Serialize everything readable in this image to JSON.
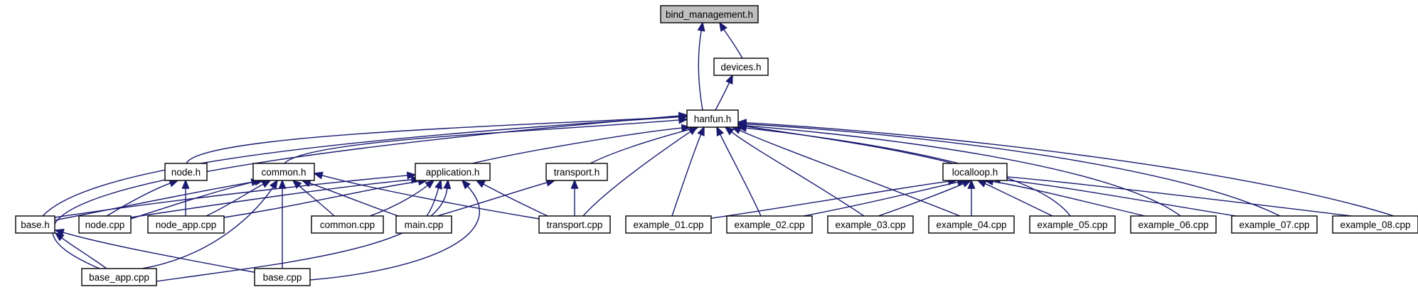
{
  "graph": {
    "title": "bind_management.h",
    "colors": {
      "edge": "#191970",
      "node_fill": "#ffffff",
      "root_fill": "#bfbfbf",
      "text": "#000000"
    },
    "nodes": [
      {
        "id": "bind_management_h",
        "label": "bind_management.h",
        "root": true
      },
      {
        "id": "devices_h",
        "label": "devices.h"
      },
      {
        "id": "hanfun_h",
        "label": "hanfun.h"
      },
      {
        "id": "node_h",
        "label": "node.h"
      },
      {
        "id": "common_h",
        "label": "common.h"
      },
      {
        "id": "application_h",
        "label": "application.h"
      },
      {
        "id": "transport_h",
        "label": "transport.h"
      },
      {
        "id": "localloop_h",
        "label": "localloop.h"
      },
      {
        "id": "base_h",
        "label": "base.h"
      },
      {
        "id": "node_cpp",
        "label": "node.cpp"
      },
      {
        "id": "node_app_cpp",
        "label": "node_app.cpp"
      },
      {
        "id": "common_cpp",
        "label": "common.cpp"
      },
      {
        "id": "main_cpp",
        "label": "main.cpp"
      },
      {
        "id": "transport_cpp",
        "label": "transport.cpp"
      },
      {
        "id": "example_01_cpp",
        "label": "example_01.cpp"
      },
      {
        "id": "example_02_cpp",
        "label": "example_02.cpp"
      },
      {
        "id": "example_03_cpp",
        "label": "example_03.cpp"
      },
      {
        "id": "example_04_cpp",
        "label": "example_04.cpp"
      },
      {
        "id": "example_05_cpp",
        "label": "example_05.cpp"
      },
      {
        "id": "example_06_cpp",
        "label": "example_06.cpp"
      },
      {
        "id": "example_07_cpp",
        "label": "example_07.cpp"
      },
      {
        "id": "example_08_cpp",
        "label": "example_08.cpp"
      },
      {
        "id": "base_app_cpp",
        "label": "base_app.cpp"
      },
      {
        "id": "base_cpp",
        "label": "base.cpp"
      }
    ],
    "edges": [
      {
        "from": "devices_h",
        "to": "bind_management_h"
      },
      {
        "from": "hanfun_h",
        "to": "bind_management_h"
      },
      {
        "from": "hanfun_h",
        "to": "devices_h"
      },
      {
        "from": "node_h",
        "to": "hanfun_h"
      },
      {
        "from": "common_h",
        "to": "hanfun_h"
      },
      {
        "from": "application_h",
        "to": "hanfun_h"
      },
      {
        "from": "transport_h",
        "to": "hanfun_h"
      },
      {
        "from": "localloop_h",
        "to": "hanfun_h"
      },
      {
        "from": "base_h",
        "to": "hanfun_h"
      },
      {
        "from": "base_app_cpp",
        "to": "hanfun_h"
      },
      {
        "from": "transport_cpp",
        "to": "hanfun_h"
      },
      {
        "from": "example_01_cpp",
        "to": "hanfun_h"
      },
      {
        "from": "example_02_cpp",
        "to": "hanfun_h"
      },
      {
        "from": "example_03_cpp",
        "to": "hanfun_h"
      },
      {
        "from": "example_04_cpp",
        "to": "hanfun_h"
      },
      {
        "from": "example_05_cpp",
        "to": "hanfun_h"
      },
      {
        "from": "example_06_cpp",
        "to": "hanfun_h"
      },
      {
        "from": "example_07_cpp",
        "to": "hanfun_h"
      },
      {
        "from": "example_08_cpp",
        "to": "hanfun_h"
      },
      {
        "from": "node_cpp",
        "to": "node_h"
      },
      {
        "from": "node_app_cpp",
        "to": "node_h"
      },
      {
        "from": "base_h",
        "to": "common_h"
      },
      {
        "from": "node_cpp",
        "to": "common_h"
      },
      {
        "from": "node_app_cpp",
        "to": "common_h"
      },
      {
        "from": "common_cpp",
        "to": "common_h"
      },
      {
        "from": "main_cpp",
        "to": "common_h"
      },
      {
        "from": "transport_cpp",
        "to": "common_h"
      },
      {
        "from": "base_app_cpp",
        "to": "common_h"
      },
      {
        "from": "base_cpp",
        "to": "common_h"
      },
      {
        "from": "base_h",
        "to": "application_h"
      },
      {
        "from": "node_cpp",
        "to": "application_h"
      },
      {
        "from": "node_app_cpp",
        "to": "application_h"
      },
      {
        "from": "common_cpp",
        "to": "application_h"
      },
      {
        "from": "main_cpp",
        "to": "application_h"
      },
      {
        "from": "transport_cpp",
        "to": "application_h"
      },
      {
        "from": "base_app_cpp",
        "to": "application_h"
      },
      {
        "from": "base_cpp",
        "to": "application_h"
      },
      {
        "from": "main_cpp",
        "to": "transport_h"
      },
      {
        "from": "transport_cpp",
        "to": "transport_h"
      },
      {
        "from": "example_01_cpp",
        "to": "localloop_h"
      },
      {
        "from": "example_02_cpp",
        "to": "localloop_h"
      },
      {
        "from": "example_03_cpp",
        "to": "localloop_h"
      },
      {
        "from": "example_04_cpp",
        "to": "localloop_h"
      },
      {
        "from": "example_05_cpp",
        "to": "localloop_h"
      },
      {
        "from": "example_06_cpp",
        "to": "localloop_h"
      },
      {
        "from": "example_07_cpp",
        "to": "localloop_h"
      },
      {
        "from": "example_08_cpp",
        "to": "localloop_h"
      },
      {
        "from": "base_app_cpp",
        "to": "base_h"
      },
      {
        "from": "base_cpp",
        "to": "base_h"
      }
    ]
  }
}
